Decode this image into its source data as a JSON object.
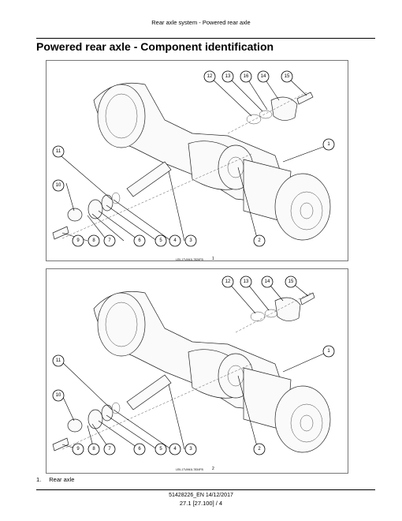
{
  "running_header": "Rear axle system - Powered rear axle",
  "section_title": "Powered rear axle - Component identification",
  "figures": [
    {
      "caption": "LEIL17VAN1L7826FB",
      "number": "1",
      "callouts": [
        "1",
        "2",
        "3",
        "4",
        "5",
        "6",
        "7",
        "8",
        "9",
        "10",
        "11",
        "12",
        "13",
        "14",
        "15",
        "16"
      ]
    },
    {
      "caption": "LEIL17VAN1L7834FB",
      "number": "2",
      "callouts": [
        "1",
        "2",
        "3",
        "4",
        "5",
        "6",
        "7",
        "8",
        "9",
        "10",
        "11",
        "12",
        "13",
        "14",
        "15"
      ]
    }
  ],
  "legend": [
    {
      "number": "1.",
      "label": "Rear axle"
    }
  ],
  "footer": {
    "doc_id": "51428226_EN 14/12/2017",
    "page": "27.1 [27.100] / 4"
  }
}
